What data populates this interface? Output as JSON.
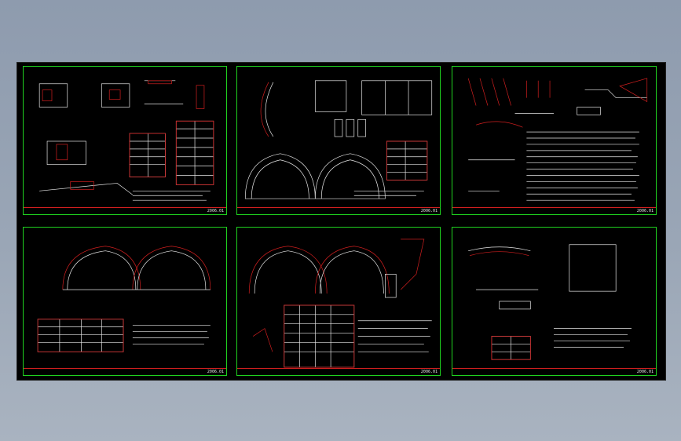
{
  "window": {
    "background": "#9aa6b6",
    "canvas_background": "#000000"
  },
  "colors": {
    "frame": "#1fd21f",
    "titlebar": "#d21f1f",
    "linework": "#e8e8e8",
    "accent": "#d21f1f",
    "secondary": "#00c8ff"
  },
  "sheets": [
    {
      "id": "sheet-1",
      "code": "2006.01"
    },
    {
      "id": "sheet-2",
      "code": "2006.01"
    },
    {
      "id": "sheet-3",
      "code": "2006.01"
    },
    {
      "id": "sheet-4",
      "code": "2006.01"
    },
    {
      "id": "sheet-5",
      "code": "2006.01"
    },
    {
      "id": "sheet-6",
      "code": "2006.01"
    }
  ]
}
